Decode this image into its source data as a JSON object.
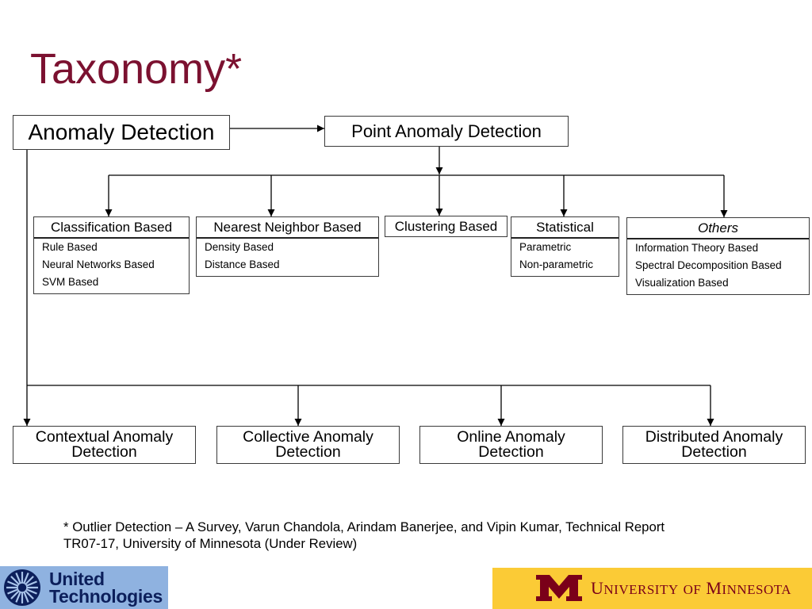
{
  "slide": {
    "title": "Taxonomy*",
    "title_color": "#7b1130"
  },
  "root_node": {
    "label": "Anomaly Detection"
  },
  "point_node": {
    "label": "Point Anomaly Detection"
  },
  "point_categories": [
    {
      "label": "Classification Based",
      "items": [
        "Rule Based",
        "Neural Networks Based",
        "SVM Based"
      ]
    },
    {
      "label": "Nearest Neighbor Based",
      "items": [
        "Density Based",
        "Distance Based"
      ]
    },
    {
      "label": "Clustering Based",
      "items": []
    },
    {
      "label": "Statistical",
      "items": [
        "Parametric",
        "Non-parametric"
      ]
    },
    {
      "label": "Others",
      "items": [
        "Information Theory Based",
        "Spectral Decomposition Based",
        "Visualization Based"
      ]
    }
  ],
  "other_types": [
    {
      "label": "Contextual Anomaly Detection"
    },
    {
      "label": "Collective Anomaly Detection"
    },
    {
      "label": "Online Anomaly Detection"
    },
    {
      "label": "Distributed Anomaly Detection"
    }
  ],
  "footnote": "* Outlier Detection – A Survey, Varun Chandola, Arindam Banerjee, and Vipin Kumar, Technical Report TR07-17, University of Minnesota (Under Review)",
  "logos": {
    "utc": {
      "icon": "utc-emblem-icon",
      "line1": "United",
      "line2": "Technologies",
      "background": "#8fb2e0",
      "ink": "#0c1f5b"
    },
    "umn": {
      "icon": "umn-block-m-icon",
      "words": [
        "UNIVERSITY",
        "OF",
        "MINNESOTA"
      ],
      "background": "#fbcb36",
      "ink": "#7a0019"
    }
  }
}
